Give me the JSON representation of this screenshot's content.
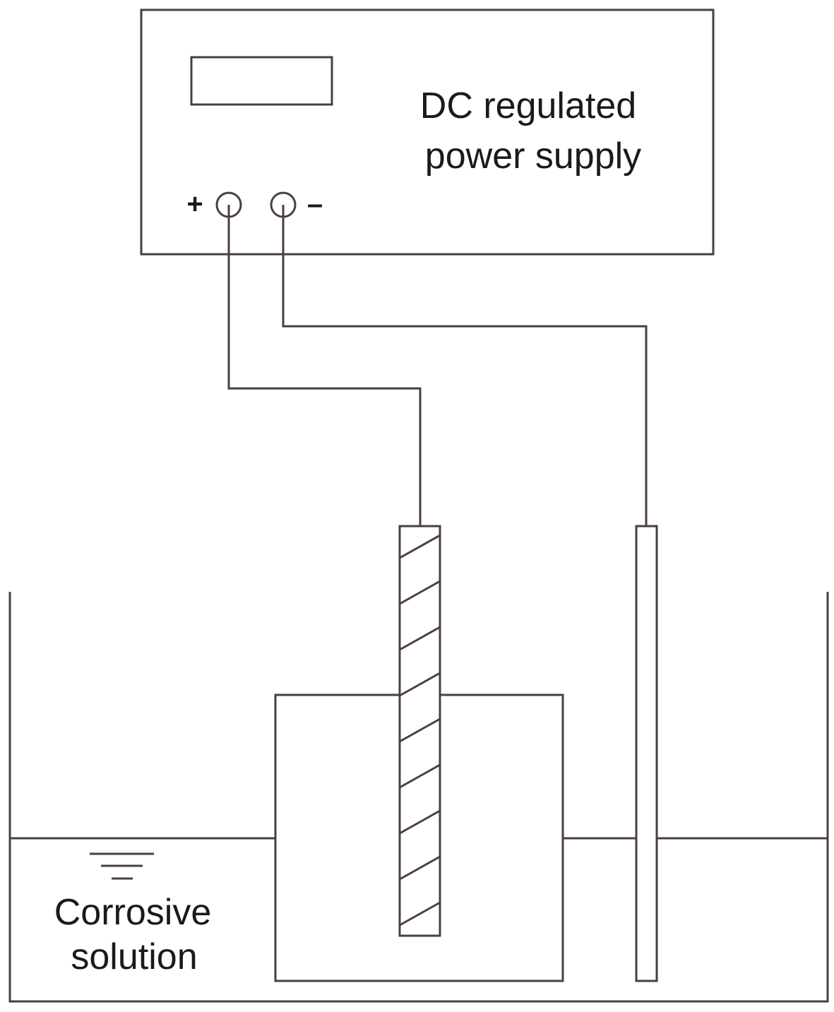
{
  "power_supply": {
    "title_line1": "DC regulated",
    "title_line2": "power supply",
    "positive_sign": "+",
    "negative_sign": "–"
  },
  "tank": {
    "solution_line1": "Corrosive",
    "solution_line2": "solution"
  },
  "colors": {
    "line": "#4a3f3c",
    "text": "#1a1a1a",
    "background": "#ffffff"
  }
}
